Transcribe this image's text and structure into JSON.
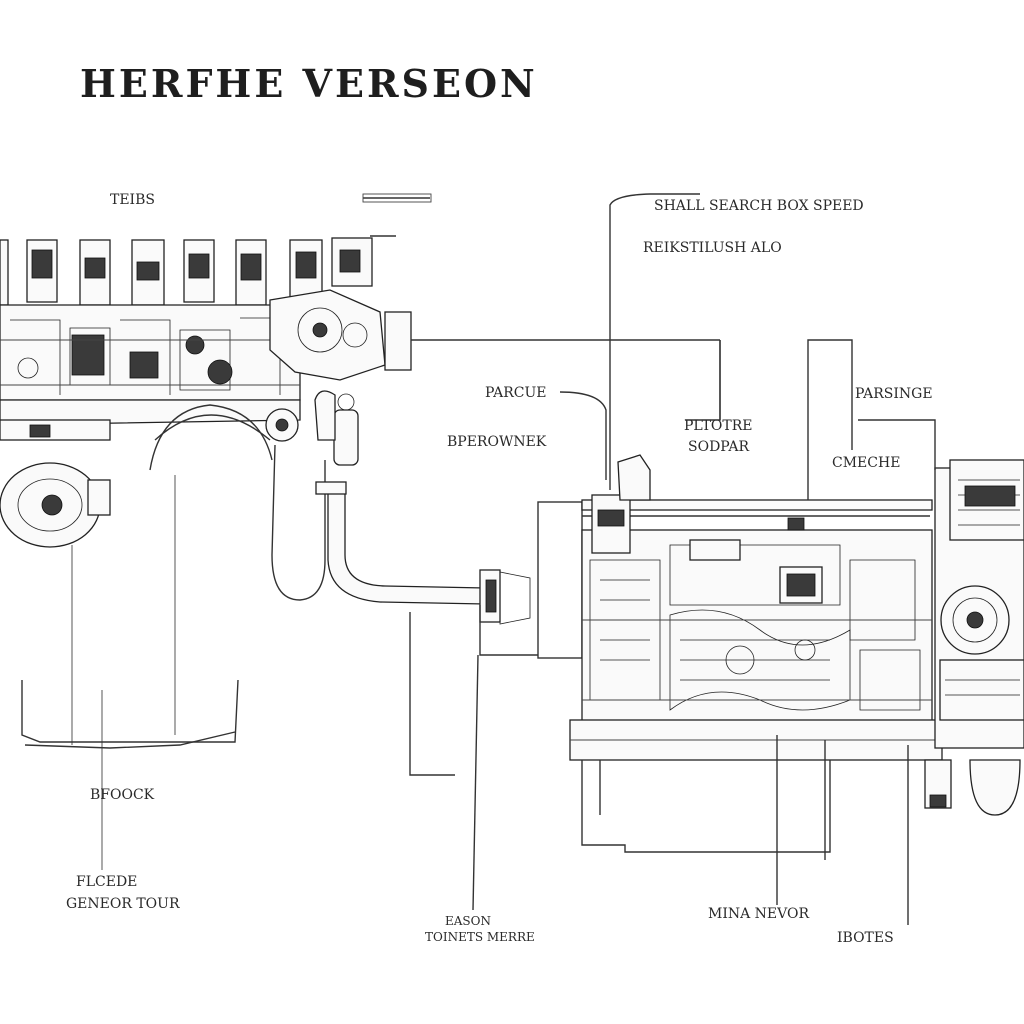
{
  "title": "HERFHE VERSEON",
  "labels": {
    "top_left": "TEIBS",
    "top_center_callout": "",
    "top_right_1": "SHALL SEARCH BOX SPEED",
    "top_right_2": "REIKSTILUSH ALO",
    "left_mid_1": "PARCUE",
    "left_mid_2": "BPEROWNEK",
    "right_mid_1": "PARSINGE",
    "right_mid_2": "CMECHE",
    "mid_right_1": "PLTOTRE",
    "mid_right_2": "SODPAR",
    "bottom_left_1": "BFOOCK",
    "bottom_left_2": "FLCEDE",
    "bottom_left_3": "GENEOR TOUR",
    "bottom_mid_1": "EASON",
    "bottom_mid_2": "TOINETS MERRE",
    "bottom_right_1": "MINA NEVOR",
    "bottom_right_2": "IBOTES"
  }
}
